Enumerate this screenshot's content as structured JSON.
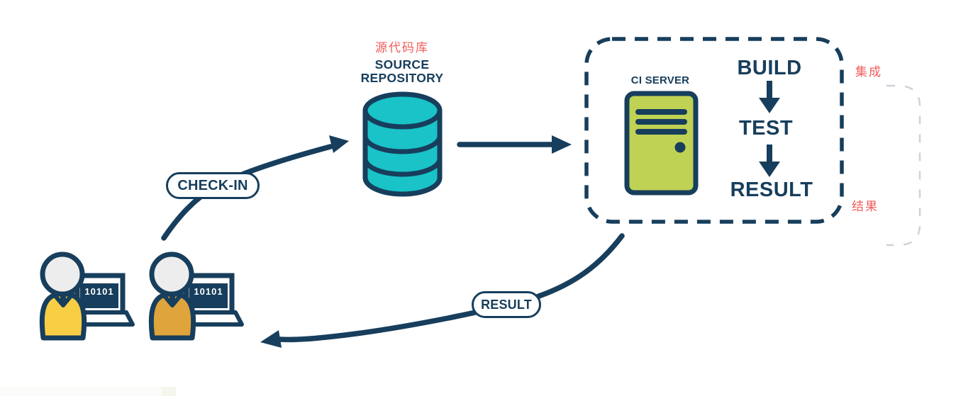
{
  "palette": {
    "navy": "#173e5c",
    "teal": "#19c3c8",
    "server_green": "#bfd253",
    "dev1_yellow": "#f8ce45",
    "dev2_amber": "#dfa43c",
    "annotation_red": "#f05c5a",
    "faint_gray": "#ccd3da"
  },
  "actors": {
    "developer_screen_code": "10101"
  },
  "flow": {
    "checkin_label": "CHECK-IN",
    "result_label": "RESULT"
  },
  "repository": {
    "annotation_cn": "源代码库",
    "label": "SOURCE\nREPOSITORY"
  },
  "ci": {
    "server_label": "CI SERVER",
    "steps": [
      "BUILD",
      "TEST",
      "RESULT"
    ],
    "annotation_integration_cn": "集成",
    "annotation_result_cn": "结果"
  }
}
